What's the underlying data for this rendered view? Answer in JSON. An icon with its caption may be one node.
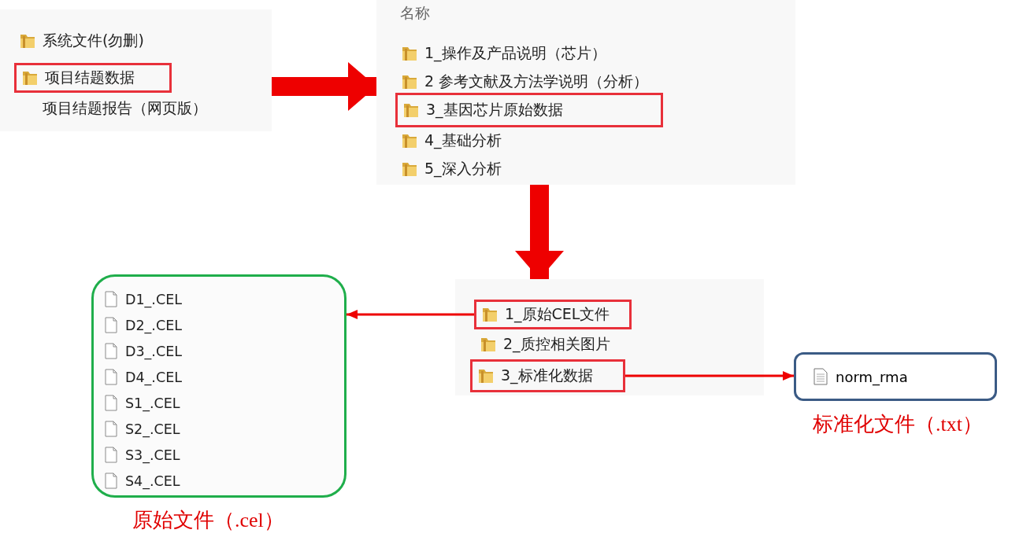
{
  "diagram": {
    "nodes": [
      {
        "text": [],
        "shape": "box"
      },
      {
        "text": [
          "系统文件(勿删)"
        ],
        "in": 0
      },
      {
        "text": [
          "项目结题数据"
        ],
        "in": 0
      },
      {
        "text": [
          "项目结题报告（网页版）"
        ],
        "in": 0
      },
      {
        "text": [
          "名称"
        ]
      },
      {
        "text": [
          "1_操作及产品说明（芯片）"
        ],
        "in": 4
      },
      {
        "text": [
          "2 参考文献及方法学说明（分析）"
        ],
        "in": 4
      },
      {
        "text": [
          "3_基因芯片原始数据"
        ],
        "in": 4
      },
      {
        "text": [
          "4_基础分析"
        ],
        "in": 4
      },
      {
        "text": [
          "5_深入分析"
        ],
        "in": 4
      },
      {
        "text": [],
        "shape": "box"
      },
      {
        "text": [
          "1_原始CEL文件"
        ],
        "in": 10
      },
      {
        "text": [
          "2_质控相关图片"
        ],
        "in": 10
      },
      {
        "text": [
          "3_标准化数据"
        ],
        "in": 10
      },
      {
        "text": [
          "D1_.CEL",
          "D2_.CEL",
          "D3_.CEL",
          "D4_.CEL",
          "S1_.CEL",
          "S2_.CEL",
          "S3_.CEL",
          "S4_.CEL"
        ],
        "beside": [
          "原始文件（.cel）"
        ]
      },
      {
        "text": [
          "norm_rma"
        ],
        "beside": [
          "标准化文件（.txt）"
        ]
      }
    ],
    "edges": [
      {
        "from": 0,
        "to": 4,
        "arrow": "to",
        "style": "thick"
      },
      {
        "from": 4,
        "to": 10,
        "arrow": "to",
        "style": "thick"
      },
      {
        "from": 11,
        "to": 14,
        "arrow": "to"
      },
      {
        "from": 13,
        "to": 15,
        "arrow": "to"
      }
    ]
  }
}
